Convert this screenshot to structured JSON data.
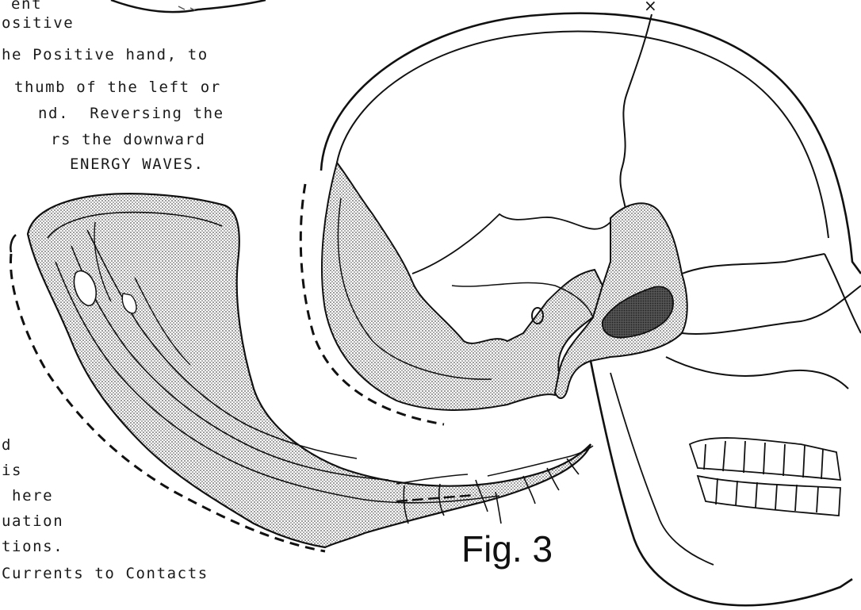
{
  "top_text": [
    "ent",
    "ositive",
    "he Positive hand, to",
    "thumb of the left or",
    "nd.  Reversing the",
    "rs the downward",
    "ENERGY WAVES."
  ],
  "bottom_text": [
    "d",
    "is",
    " here",
    "uation",
    "tions.",
    "Currents to Contacts"
  ],
  "figure_label": "Fig. 3",
  "skull_marker": "×",
  "colors": {
    "ink": "#111111",
    "stipple": "#9a9a9a",
    "dark_region": "#3a3a3a",
    "background": "#ffffff"
  }
}
